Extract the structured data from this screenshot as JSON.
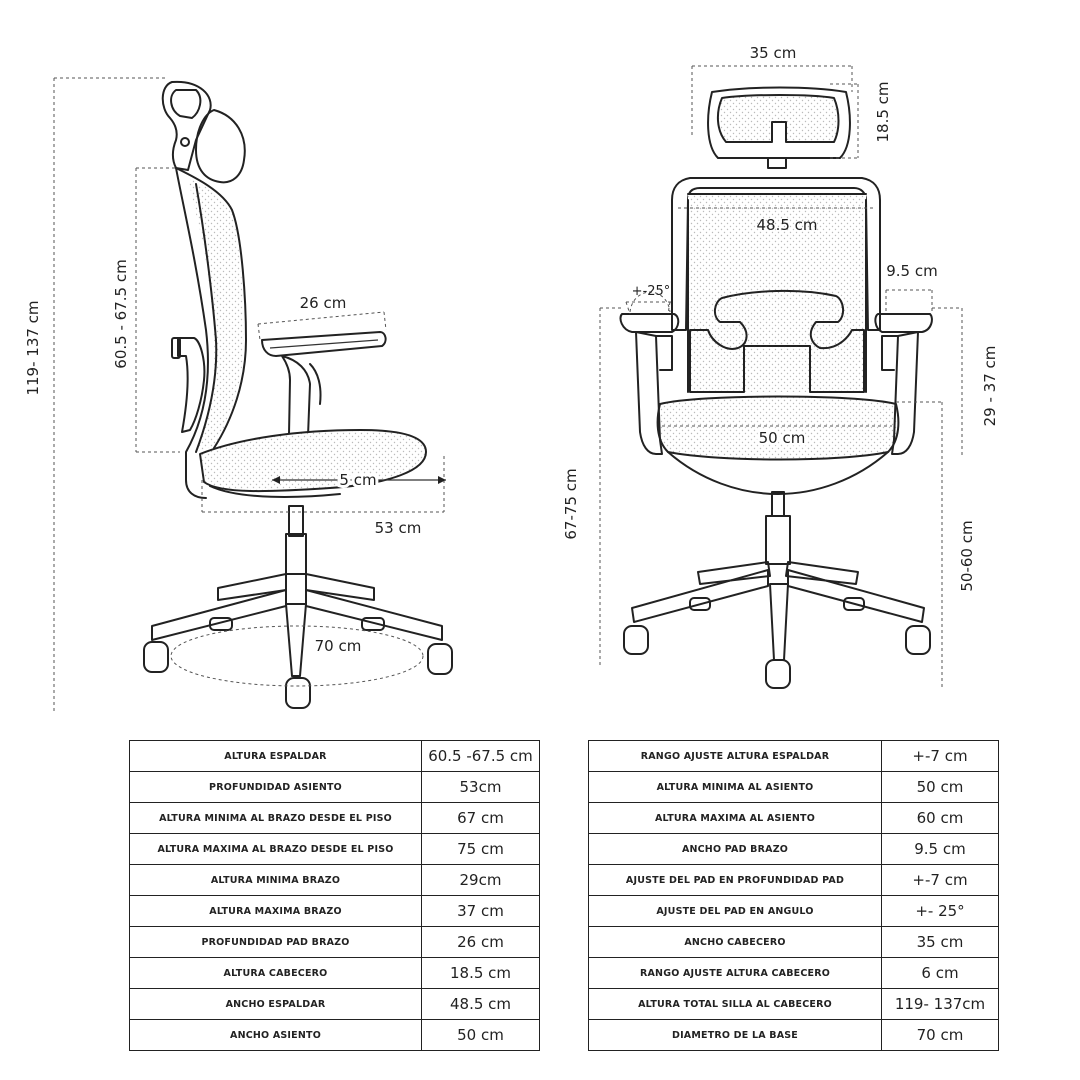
{
  "side_view": {
    "total_height": "119- 137 cm",
    "backrest_height": "60.5 - 67.5 cm",
    "armpad_depth": "26 cm",
    "armpad_adjust": "5 cm",
    "seat_depth": "53 cm",
    "base_diameter": "70 cm"
  },
  "front_view": {
    "headrest_width": "35 cm",
    "headrest_height": "18.5 cm",
    "backrest_width": "48.5 cm",
    "armpad_angle": "+-25°",
    "armpad_width": "9.5 cm",
    "arm_height": "29 - 37 cm",
    "seat_width": "50 cm",
    "arm_floor_height": "67-75 cm",
    "seat_height": "50-60 cm"
  },
  "table_left": [
    {
      "label": "ALTURA ESPALDAR",
      "value": "60.5 -67.5  cm"
    },
    {
      "label": "PROFUNDIDAD ASIENTO",
      "value": "53cm"
    },
    {
      "label": "ALTURA MINIMA AL BRAZO DESDE EL PISO",
      "value": "67 cm"
    },
    {
      "label": "ALTURA MAXIMA  AL BRAZO DESDE EL PISO",
      "value": "75 cm"
    },
    {
      "label": "ALTURA MINIMA BRAZO",
      "value": "29cm"
    },
    {
      "label": "ALTURA MAXIMA BRAZO",
      "value": "37 cm"
    },
    {
      "label": "PROFUNDIDAD PAD BRAZO",
      "value": "26 cm"
    },
    {
      "label": "ALTURA CABECERO",
      "value": "18.5 cm"
    },
    {
      "label": "ANCHO ESPALDAR",
      "value": "48.5 cm"
    },
    {
      "label": "ANCHO ASIENTO",
      "value": "50  cm"
    }
  ],
  "table_right": [
    {
      "label": "RANGO AJUSTE ALTURA ESPALDAR",
      "value": "+-7 cm"
    },
    {
      "label": "ALTURA MINIMA AL ASIENTO",
      "value": "50 cm"
    },
    {
      "label": "ALTURA MAXIMA AL ASIENTO",
      "value": "60 cm"
    },
    {
      "label": "ANCHO PAD BRAZO",
      "value": "9.5 cm"
    },
    {
      "label": "AJUSTE DEL PAD EN PROFUNDIDAD PAD",
      "value": "+-7 cm"
    },
    {
      "label": "AJUSTE DEL PAD EN ANGULO",
      "value": "+- 25°"
    },
    {
      "label": "ANCHO CABECERO",
      "value": "35 cm"
    },
    {
      "label": "RANGO AJUSTE ALTURA CABECERO",
      "value": "6 cm"
    },
    {
      "label": "ALTURA TOTAL SILLA AL CABECERO",
      "value": "119- 137cm"
    },
    {
      "label": "DIAMETRO DE LA BASE",
      "value": "70 cm"
    }
  ]
}
